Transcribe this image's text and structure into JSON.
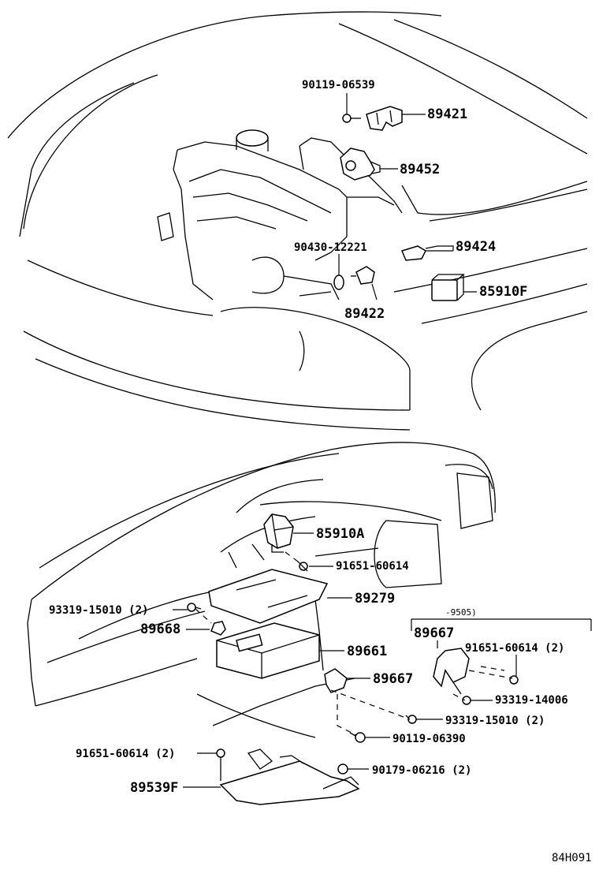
{
  "top_labels": [
    "90119-06539",
    "89421",
    "89452",
    "90430-12221",
    "89424",
    "85910F",
    "89422"
  ],
  "bottom_labels": [
    "85910A",
    "91651-60614",
    "89279",
    "93319-15010 (2)",
    "89668",
    "-9505)",
    "89667",
    "91651-60614 (2)",
    "89661",
    "89667",
    "93319-14006",
    "93319-15010 (2)",
    "90119-06390",
    "91651-60614 (2)",
    "90179-06216 (2)",
    "89539F"
  ],
  "figure_code": "84H091"
}
